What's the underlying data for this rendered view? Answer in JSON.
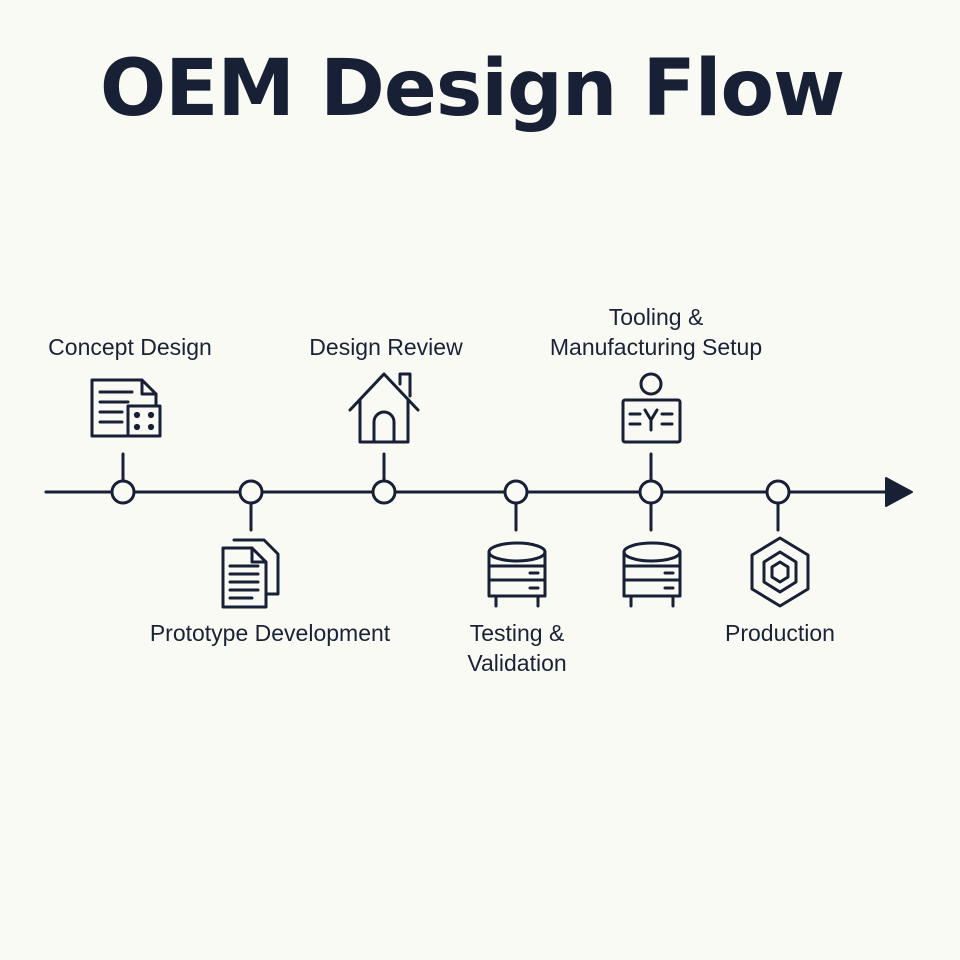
{
  "title": "OEM Design Flow",
  "stages": [
    {
      "id": "concept",
      "label": "Concept Design",
      "icon": "calculator-document-icon",
      "side": "top"
    },
    {
      "id": "prototype",
      "label": "Prototype Development",
      "icon": "documents-icon",
      "side": "bottom"
    },
    {
      "id": "review",
      "label": "Design Review",
      "icon": "house-icon",
      "side": "top"
    },
    {
      "id": "testing",
      "label_line1": "Testing &",
      "label_line2": "Validation",
      "icon": "server-stack-icon",
      "side": "bottom"
    },
    {
      "id": "tooling",
      "label_line1": "Tooling &",
      "label_line2": "Manufacturing Setup",
      "icon": "operator-panel-icon",
      "side": "top",
      "secondary_icon": "server-stack-icon"
    },
    {
      "id": "production",
      "label": "Production",
      "icon": "hexagon-nut-icon",
      "side": "bottom"
    }
  ],
  "colors": {
    "ink": "#172035",
    "background": "#fafaf5"
  }
}
